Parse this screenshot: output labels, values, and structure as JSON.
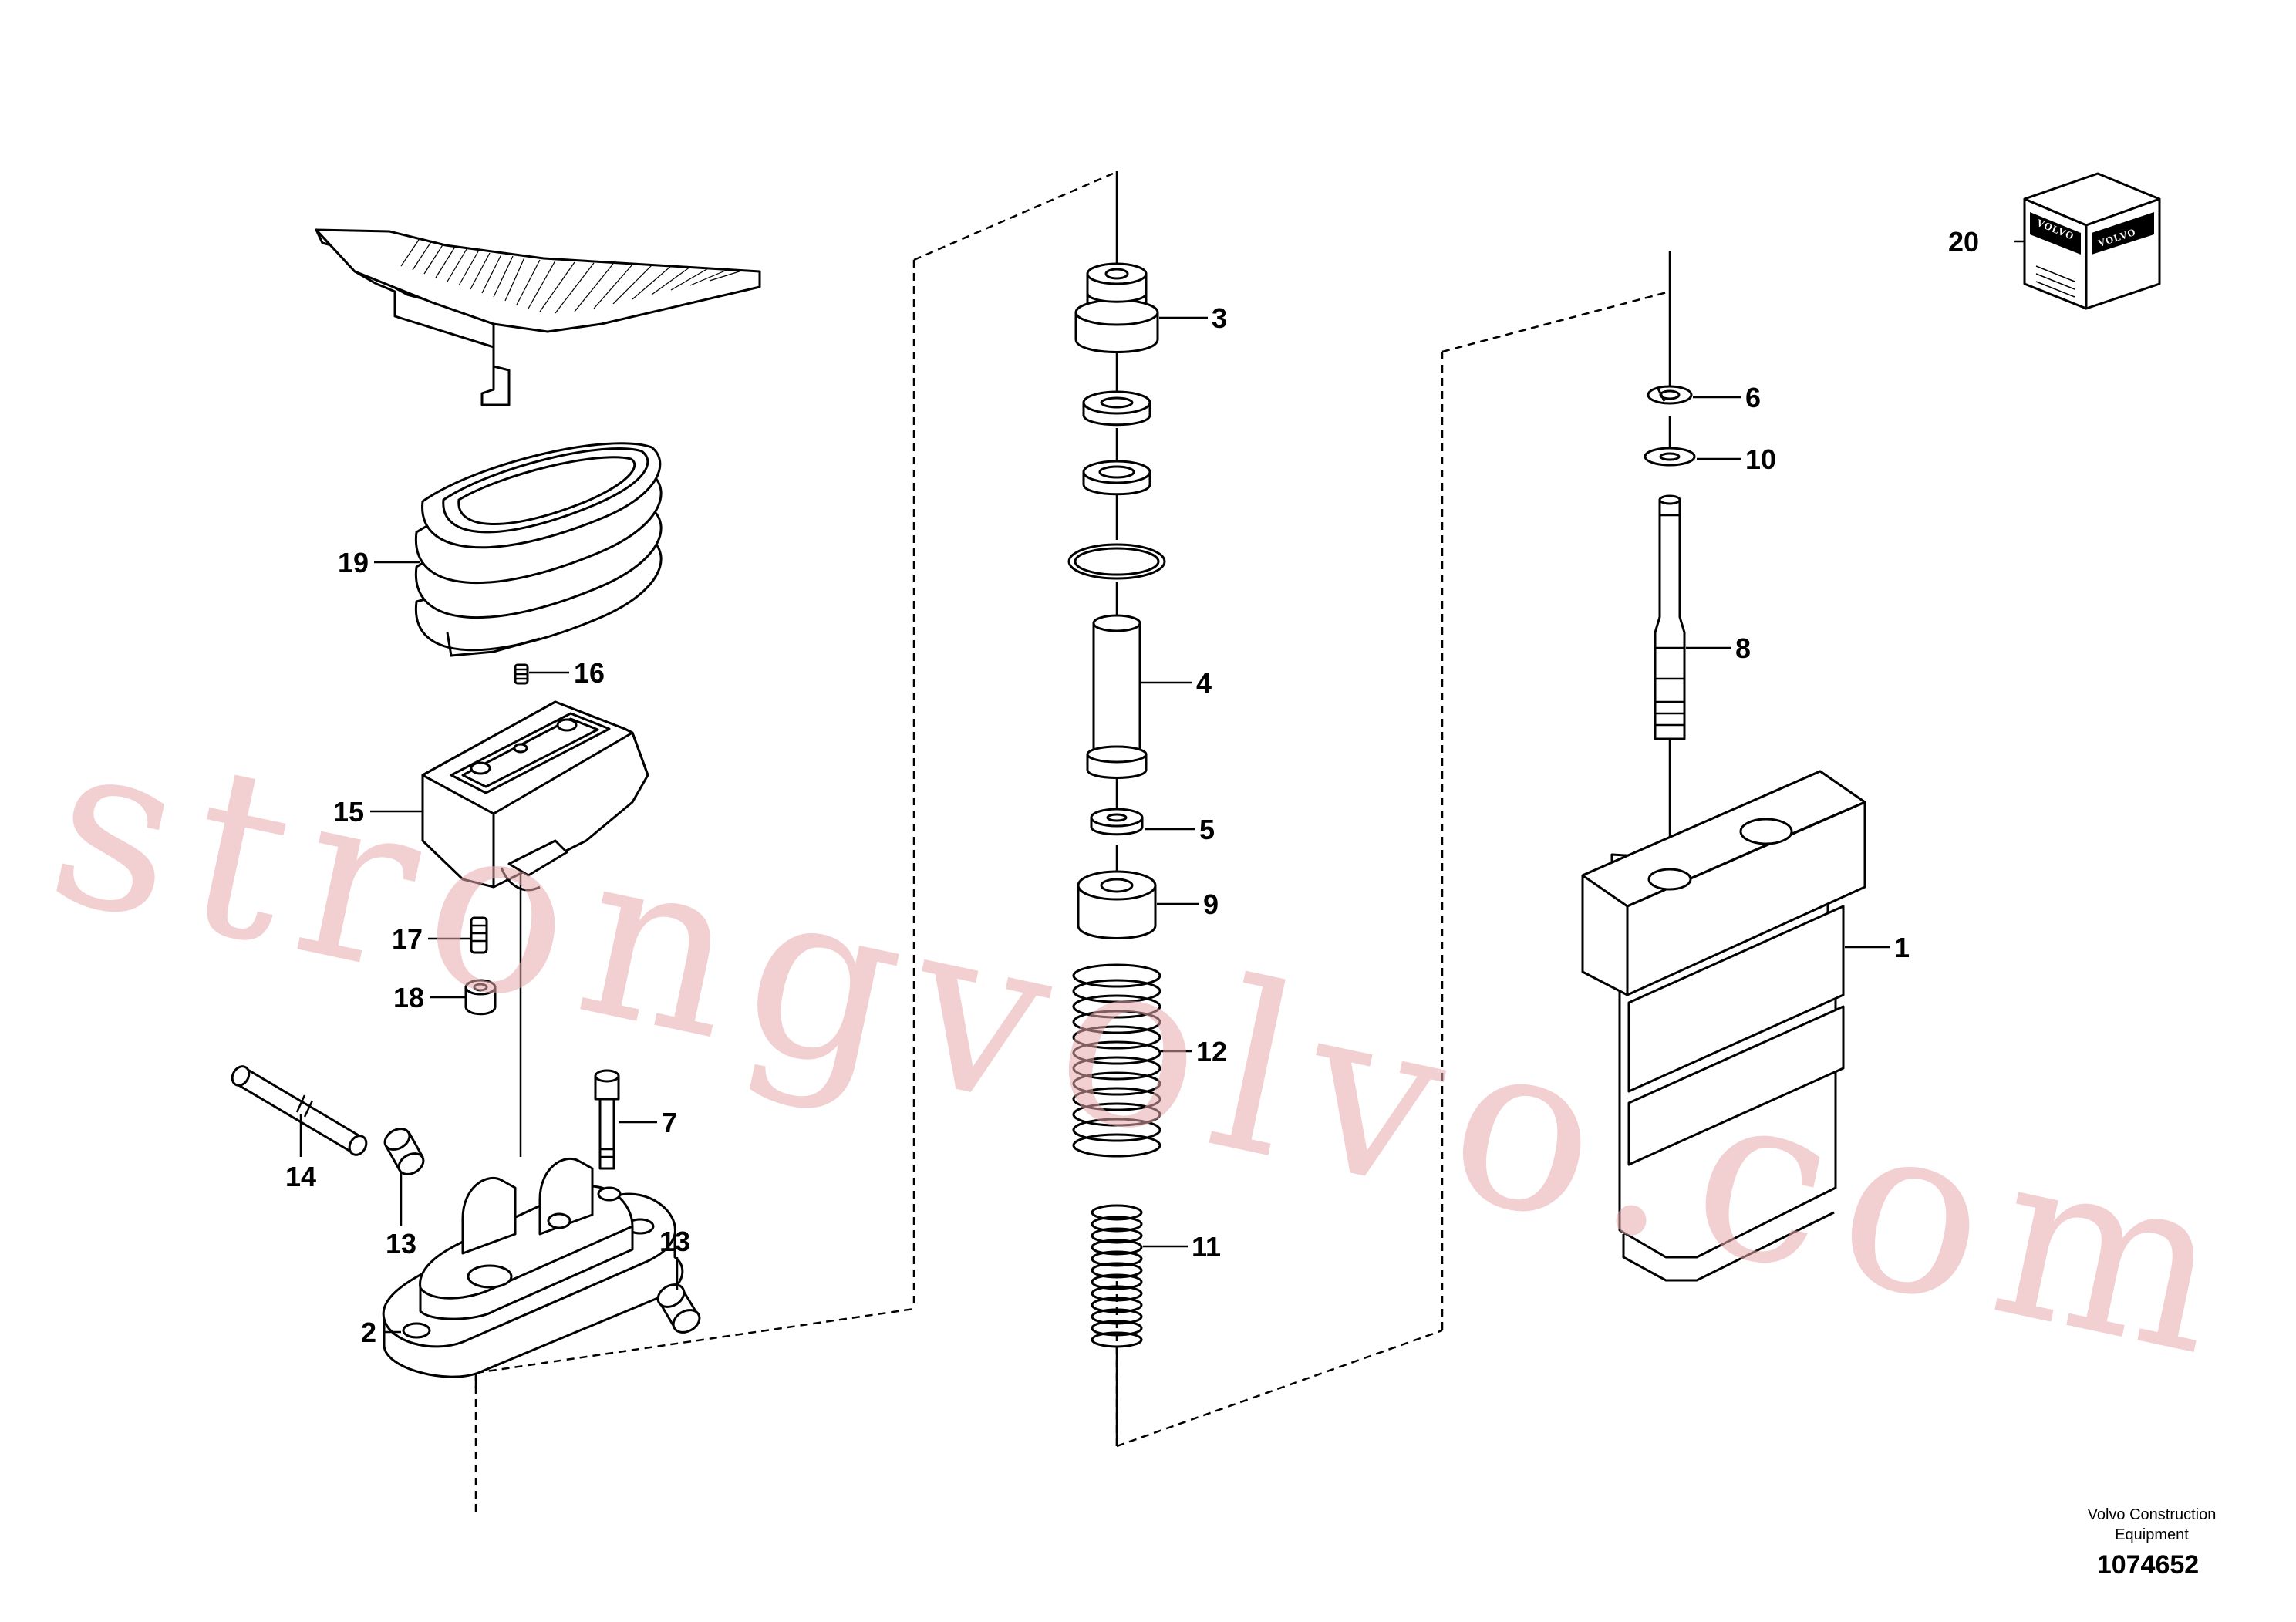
{
  "callouts": [
    {
      "id": "1",
      "label": "1"
    },
    {
      "id": "2",
      "label": "2"
    },
    {
      "id": "3",
      "label": "3"
    },
    {
      "id": "4",
      "label": "4"
    },
    {
      "id": "5",
      "label": "5"
    },
    {
      "id": "6",
      "label": "6"
    },
    {
      "id": "7",
      "label": "7"
    },
    {
      "id": "8",
      "label": "8"
    },
    {
      "id": "9",
      "label": "9"
    },
    {
      "id": "10",
      "label": "10"
    },
    {
      "id": "11",
      "label": "11"
    },
    {
      "id": "12",
      "label": "12"
    },
    {
      "id": "13a",
      "label": "13"
    },
    {
      "id": "13b",
      "label": "13"
    },
    {
      "id": "14",
      "label": "14"
    },
    {
      "id": "15",
      "label": "15"
    },
    {
      "id": "16",
      "label": "16"
    },
    {
      "id": "17",
      "label": "17"
    },
    {
      "id": "18",
      "label": "18"
    },
    {
      "id": "19",
      "label": "19"
    },
    {
      "id": "20",
      "label": "20"
    }
  ],
  "kit_box": {
    "brand_text": "VOLVO"
  },
  "footer": {
    "company_line1": "Volvo Construction",
    "company_line2": "Equipment",
    "drawing_number": "1074652"
  },
  "watermark": {
    "text": "strongvolvo.com",
    "color": "#e7a8ab"
  }
}
